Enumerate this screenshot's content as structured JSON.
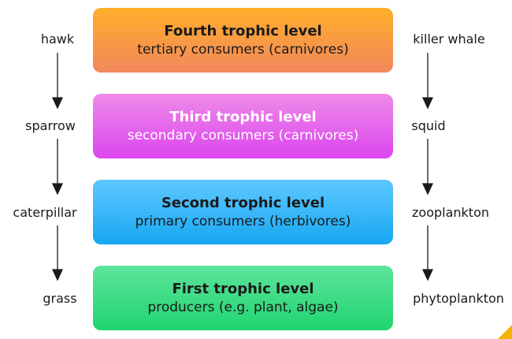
{
  "levels": [
    {
      "name": "Fourth trophic level",
      "description": "tertiary consumers (carnivores)"
    },
    {
      "name": "Third trophic level",
      "description": "secondary consumers (carnivores)"
    },
    {
      "name": "Second trophic level",
      "description": "primary consumers (herbivores)"
    },
    {
      "name": "First trophic level",
      "description": "producers (e.g. plant, algae)"
    }
  ],
  "left_chain": [
    "hawk",
    "sparrow",
    "caterpillar",
    "grass"
  ],
  "right_chain": [
    "killer whale",
    "squid",
    "zooplankton",
    "phytoplankton"
  ],
  "colors": {
    "level_4": "#f59a45",
    "level_3": "#e466ef",
    "level_2": "#34b6f8",
    "level_1": "#38dc83",
    "arrow": "#1a1a1a"
  }
}
